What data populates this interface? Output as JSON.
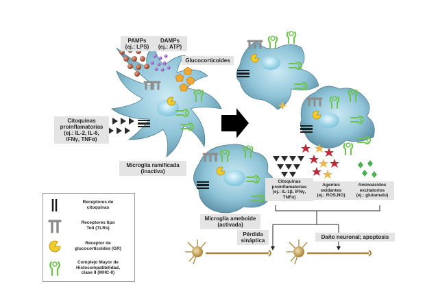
{
  "labels": {
    "pamps": "PAMPs\n(ej.: LPS)",
    "damps": "DAMPs\n(ej.: ATP)",
    "glucocorticoides": "Glucocorticoides",
    "citoquinas_in": "Citoquinas\nproinflamatorias\n(ej.: IL-2, IL-6,\nIFNγ, TNFα)",
    "microglia_ramificada": "Microglia ramificada\n(inactiva)",
    "microglia_ameboide": "Microglia ameboide\n(activada)",
    "citoquinas_out": "Citoquinas\nproinflamatorias\n(ej.: IL-1β, IFNγ,\nTNFα)",
    "agentes_oxidantes": "Agentes\noxidantes\n(ej.: ROS,NO)",
    "aminoacidos": "Aminoácidos\nexcitatorios\n(ej.: glutamato)",
    "perdida_sinaptica": "Pérdida\nsináptica",
    "dano_neuronal": "Daño neuronal; apoptosis"
  },
  "legend": [
    {
      "icon": "cytokine-receptor-icon",
      "text": "Receptores de\ncitoquinas"
    },
    {
      "icon": "toll-receptor-icon",
      "text": "Receptores tipo\nToll (TLRs)"
    },
    {
      "icon": "glucocorticoid-receptor-icon",
      "text": "Receptor de\nglucocorticoides (GR)"
    },
    {
      "icon": "mhc-ii-icon",
      "text": "Complejo Mayor de\nHistocompatibilidad,\nclase II (MHC-II)"
    }
  ],
  "colors": {
    "cell": "#8fc4d8",
    "nucleus": "#a8dff0",
    "pamps": "#b5654a",
    "damps": "#9b59c9",
    "gluco": "#f0a830",
    "receptor_gray": "#9a9a9a",
    "gr_yellow": "#f2cc2a",
    "mhc_green": "#6cc44a",
    "ros_red": "#c0283a",
    "ros_gold": "#e8b84a",
    "glutamate": "#4caf50",
    "neuron": "#c8a040"
  }
}
